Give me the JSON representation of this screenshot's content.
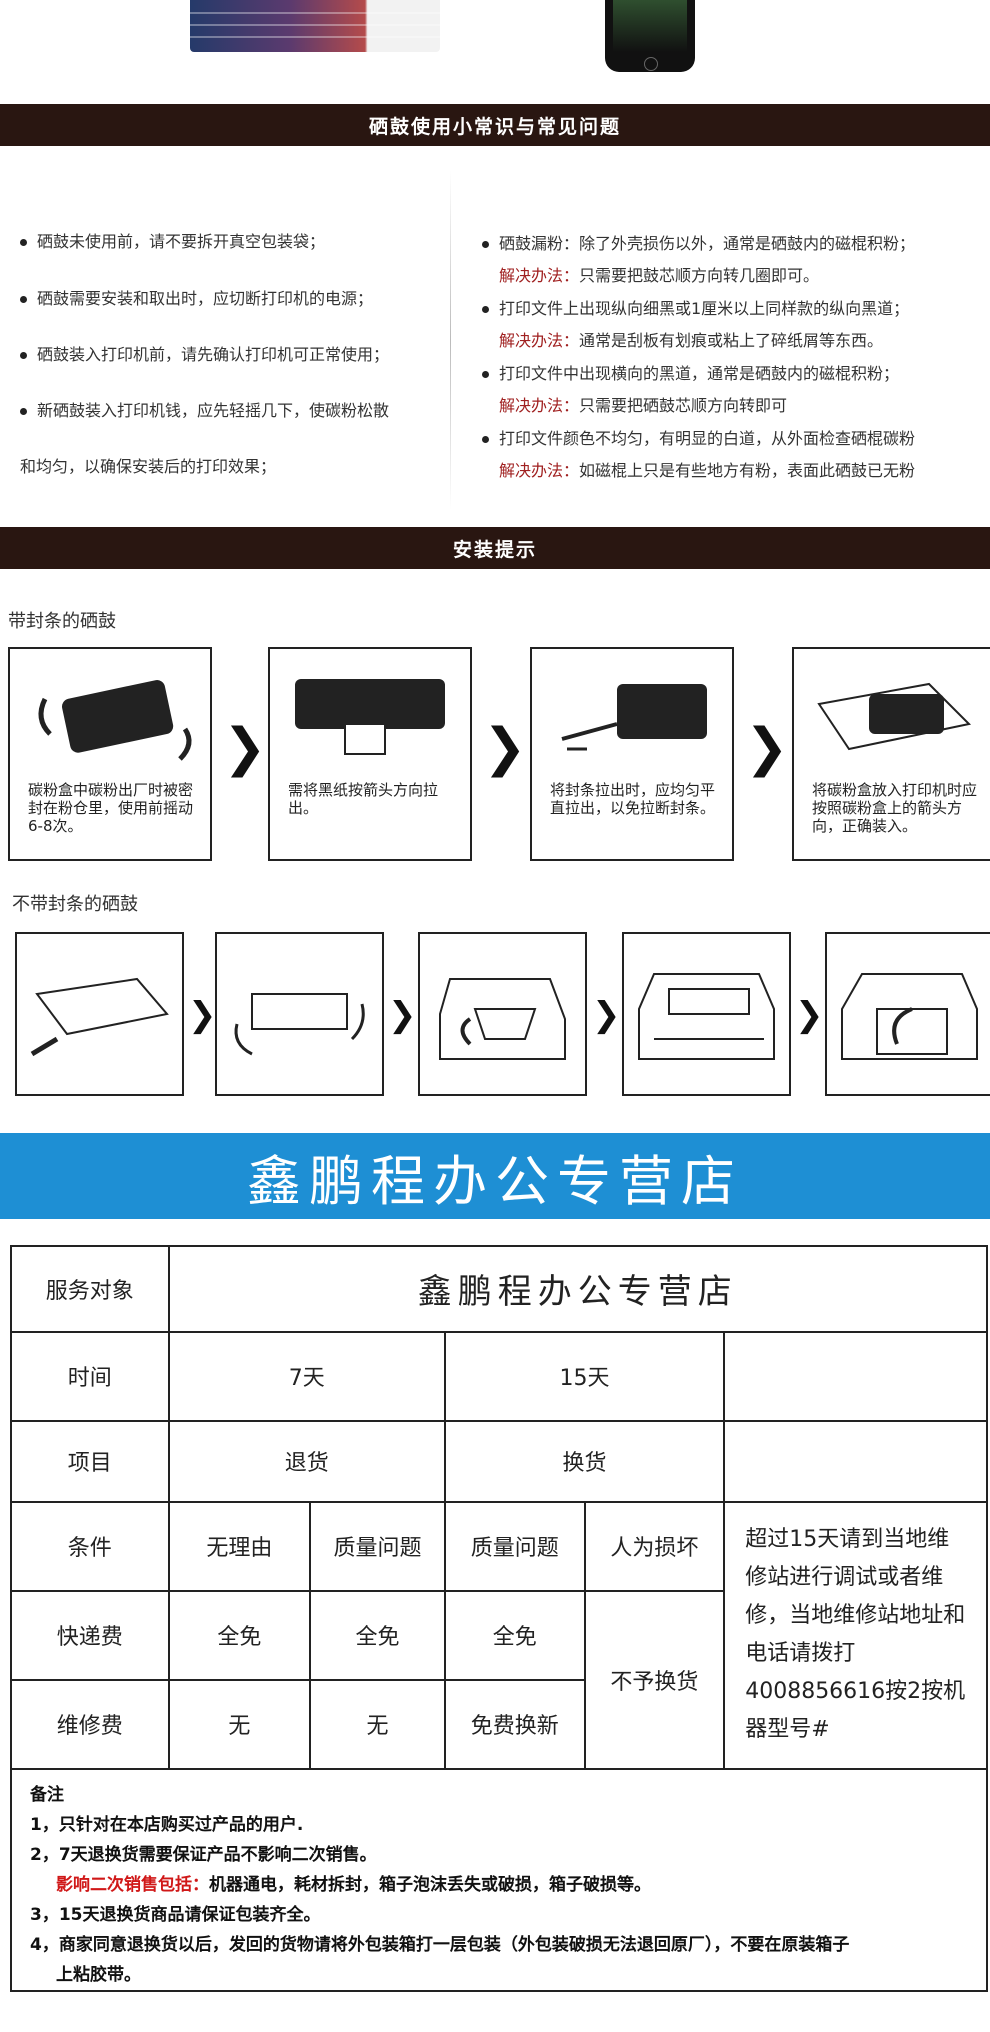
{
  "tips_header": "硒鼓使用小常识与常见问题",
  "tips_left": [
    "硒鼓未使用前，请不要拆开真空包装袋；",
    "硒鼓需要安装和取出时，应切断打印机的电源；",
    "硒鼓装入打印机前，请先确认打印机可正常使用；",
    "新硒鼓装入打印机钱，应先轻摇几下，使碳粉松散",
    "和均匀，以确保安装后的打印效果；"
  ],
  "tips_right": [
    {
      "issue": "硒鼓漏粉：除了外壳损伤以外，通常是硒鼓内的磁棍积粉；",
      "label": "解决办法：",
      "solution": "只需要把鼓芯顺方向转几圈即可。"
    },
    {
      "issue": "打印文件上出现纵向细黑或1厘米以上同样款的纵向黑道；",
      "label": "解决办法：",
      "solution": "通常是刮板有划痕或粘上了碎纸屑等东西。"
    },
    {
      "issue": "打印文件中出现横向的黑道，通常是硒鼓内的磁棍积粉；",
      "label": "解决办法：",
      "solution": "只需要把硒鼓芯顺方向转即可"
    },
    {
      "issue": "打印文件颜色不均匀，有明显的白道，从外面检查硒棍碳粉",
      "label": "解决办法：",
      "solution": "如磁棍上只是有些地方有粉，表面此硒鼓已无粉"
    }
  ],
  "install_header": "安装提示",
  "sealed_title": "带封条的硒鼓",
  "sealed_steps": [
    "碳粉盒中碳粉出厂时被密封在粉仓里，使用前摇动6-8次。",
    "需将黑纸按箭头方向拉出。",
    "将封条拉出时，应均匀平直拉出，以免拉断封条。",
    "将碳粉盒放入打印机时应按照碳粉盒上的箭头方向，正确装入。"
  ],
  "unsealed_title": "不带封条的硒鼓",
  "arrow_glyph": "❯",
  "store_banner": "鑫鹏程办公专营店",
  "table": {
    "service_label": "服务对象",
    "store_name": "鑫鹏程办公专营店",
    "time_label": "时间",
    "time_7": "7天",
    "time_15": "15天",
    "item_label": "项目",
    "return": "退货",
    "exchange": "换货",
    "cond_label": "条件",
    "cond_no_reason": "无理由",
    "cond_quality_1": "质量问题",
    "cond_quality_2": "质量问题",
    "cond_damage": "人为损坏",
    "side_note": "超过15天请到当地维修站进行调试或者维修，当地维修站地址和电话请拨打4008856616按2按机器型号#",
    "shipping_label": "快递费",
    "free_1": "全免",
    "free_2": "全免",
    "free_3": "全免",
    "no_exchange": "不予换货",
    "repair_label": "维修费",
    "none_1": "无",
    "none_2": "无",
    "free_replace": "免费换新"
  },
  "notes": {
    "title": "备注",
    "n1": "1，只针对在本店购买过产品的用户.",
    "n2": "2，7天退换货需要保证产品不影响二次销售。",
    "n2_label": "影响二次销售包括：",
    "n2_detail": "机器通电，耗材拆封，箱子泡沫丢失或破损，箱子破损等。",
    "n3": "3，15天退换货商品请保证包装齐全。",
    "n4a": "4，商家同意退换货以后，发回的货物请将外包装箱打一层包装（外包装破损无法退回原厂），不要在原装箱子",
    "n4b": "上粘胶带。"
  },
  "colors": {
    "header_bg": "#291611",
    "banner_bg": "#1e8fd4",
    "solution_red": "#a02020",
    "note_red": "#d01818"
  }
}
